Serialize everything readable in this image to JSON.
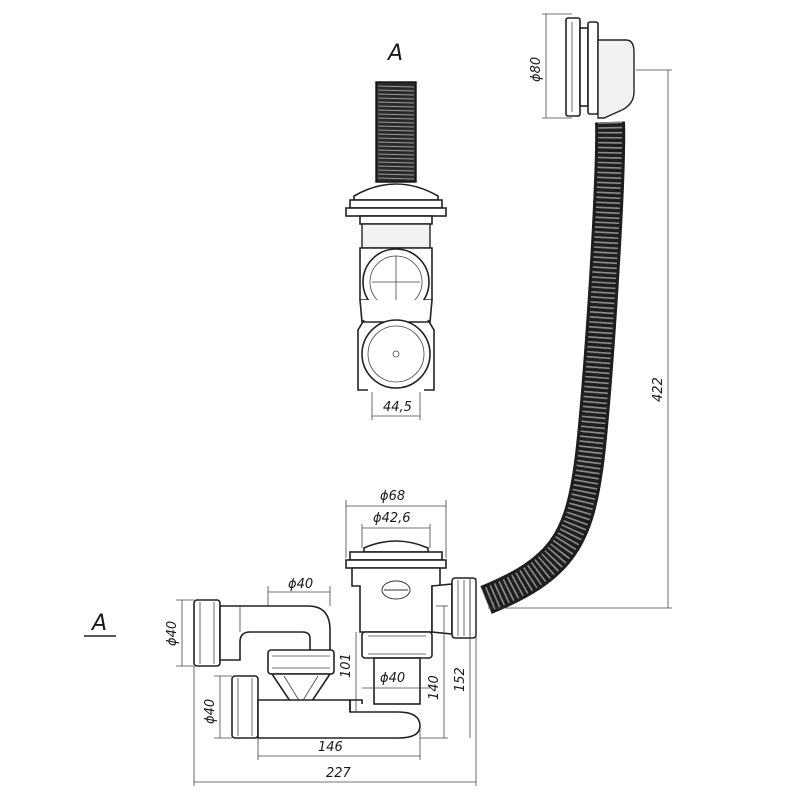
{
  "view_marker": {
    "section_label_top": "A",
    "section_label_left": "A"
  },
  "dimensions": {
    "overflow_diameter": "ϕ80",
    "view_width": "44,5",
    "hose_length": "422",
    "head_outer_diameter": "ϕ68",
    "head_inner_diameter": "ϕ42,6",
    "outlet_diameter_top": "ϕ40",
    "side_outlet_diameter": "ϕ40",
    "lower_outlet_diameter": "ϕ40",
    "vertical_outlet_diameter": "ϕ40",
    "trap_height": "101",
    "outlet_height": "140",
    "total_height": "152",
    "trap_length": "146",
    "total_length": "227"
  },
  "colors": {
    "line": "#222222",
    "hose": "#1e1e1e",
    "background": "#ffffff"
  },
  "icons": {
    "brand_logo": "brand-logo-icon"
  }
}
